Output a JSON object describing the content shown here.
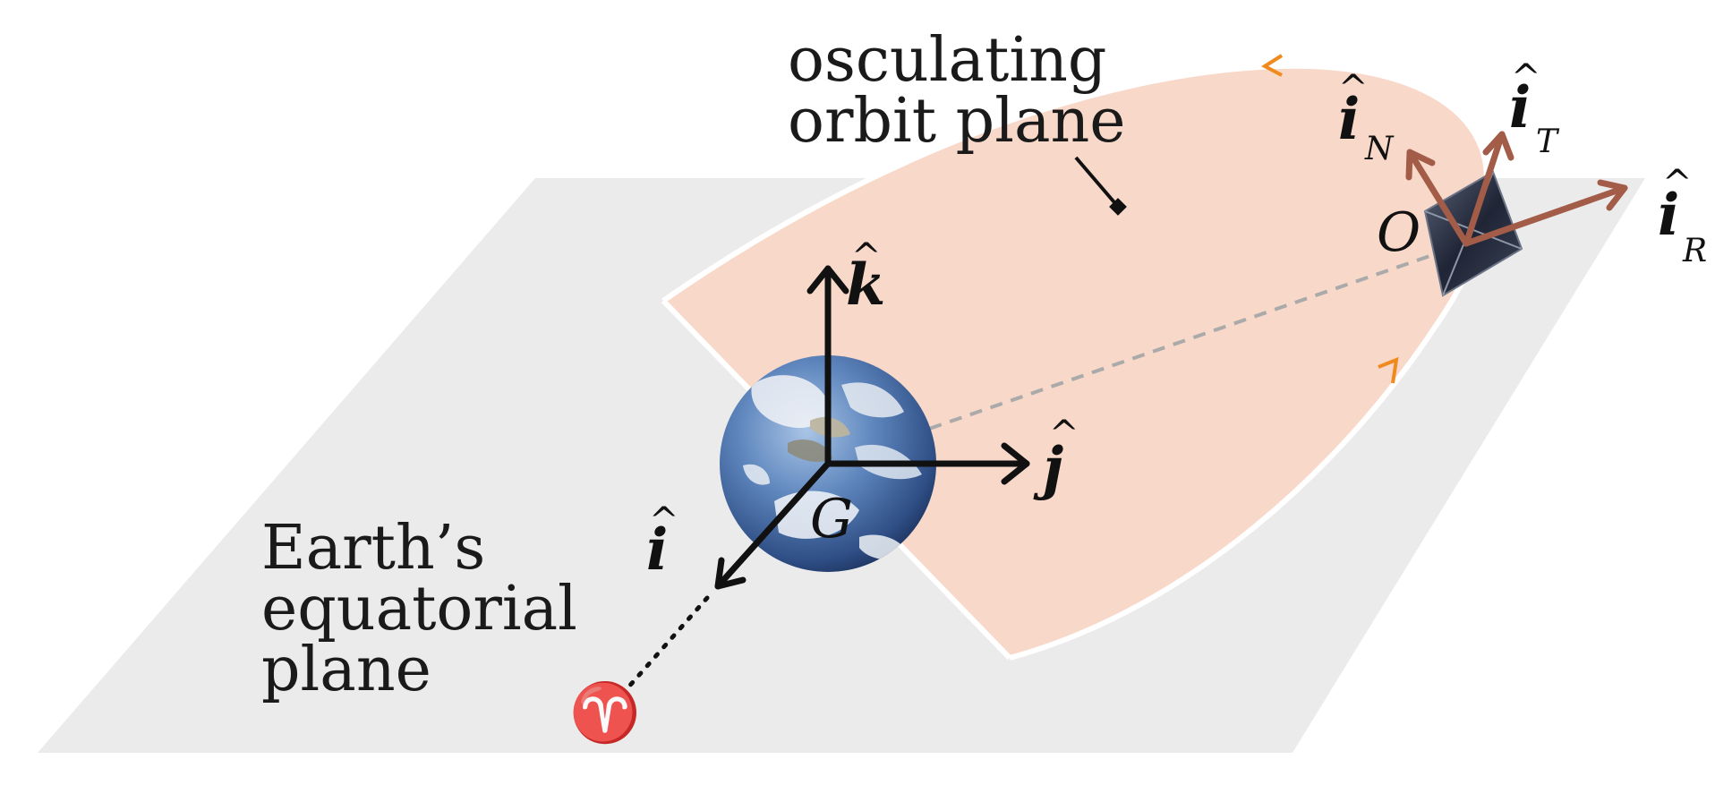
{
  "labels": {
    "orbit_plane_line1": "osculating",
    "orbit_plane_line2": "orbit plane",
    "equatorial_line1": "Earth’s",
    "equatorial_line2": "equatorial",
    "equatorial_line3": "plane",
    "origin_G": "G",
    "origin_O": "O",
    "aries_symbol": "♈"
  },
  "axes": {
    "i": {
      "symbol": "i",
      "hat": "^"
    },
    "j": {
      "symbol": "j",
      "hat": "^"
    },
    "k": {
      "symbol": "k",
      "hat": "^"
    },
    "iR": {
      "symbol": "i",
      "hat": "^",
      "subscript": "R"
    },
    "iT": {
      "symbol": "i",
      "hat": "^",
      "subscript": "T"
    },
    "iN": {
      "symbol": "i",
      "hat": "^",
      "subscript": "N"
    }
  },
  "colors": {
    "equatorial_plane": "#ebebeb",
    "orbit_plane": "#f8d8c9",
    "orbit_edge": "#ffffff",
    "frame_axes": "#111111",
    "local_axes": "#a35c48",
    "direction_marks": "#f08a1c",
    "dashed_line": "#aaaaaa"
  },
  "icons": {
    "earth": "earth-globe-icon",
    "spacecraft": "solar-sail-icon"
  }
}
